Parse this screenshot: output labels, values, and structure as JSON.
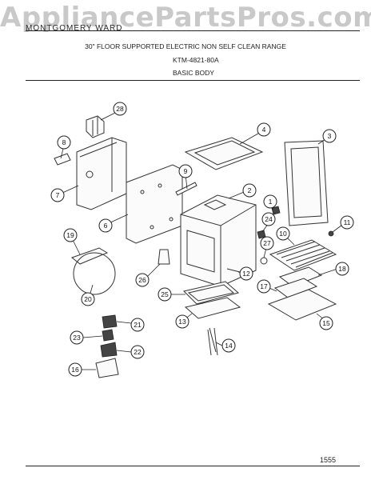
{
  "header": {
    "watermark": "AppliancePartsPros.com",
    "brand_line": "MONTGOMERY WARD",
    "line1": "30\" FLOOR SUPPORTED ELECTRIC NON SELF CLEAN RANGE",
    "line2": "KTM-4821-80A",
    "line3": "BASIC BODY"
  },
  "callouts": [
    "28",
    "8",
    "7",
    "4",
    "3",
    "9",
    "6",
    "2",
    "1",
    "24",
    "11",
    "10",
    "19",
    "27",
    "26",
    "12",
    "18",
    "17",
    "25",
    "20",
    "13",
    "15",
    "21",
    "23",
    "22",
    "14",
    "16"
  ],
  "footer": {
    "page_number": "1555"
  }
}
